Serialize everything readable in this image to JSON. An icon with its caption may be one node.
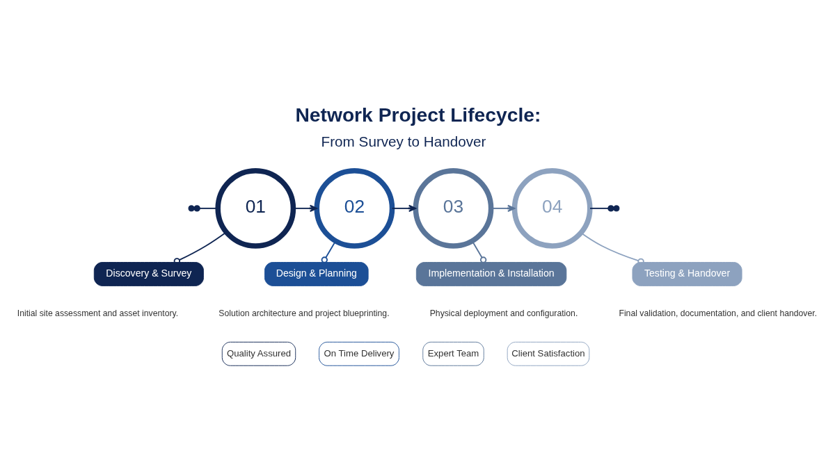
{
  "diagram": {
    "title": "Network Project Lifecycle:",
    "nodes": [
      {
        "text": [
          "01"
        ]
      },
      {
        "text": [
          "Discovery & Survey"
        ],
        "beside": [
          "Initial site assessment and asset inventory."
        ]
      },
      {
        "text": [
          "02"
        ]
      },
      {
        "text": [
          "Design & Planning"
        ],
        "beside": [
          "Solution architecture and project blueprinting."
        ]
      },
      {
        "text": [
          "03"
        ]
      },
      {
        "text": [
          "Implementation & Installation"
        ],
        "beside": [
          "Physical deployment and configuration."
        ]
      },
      {
        "text": [
          "04"
        ]
      },
      {
        "text": [
          "Testing & Handover"
        ],
        "beside": [
          "Final validation, documentation, and client handover."
        ]
      }
    ],
    "edges": [
      {
        "from": null,
        "to": 0,
        "arrow": "other"
      },
      {
        "from": 0,
        "to": 2,
        "arrow": "to"
      },
      {
        "from": 2,
        "to": 4,
        "arrow": "to"
      },
      {
        "from": 4,
        "to": 6,
        "arrow": "to",
        "color": "#5a7599"
      },
      {
        "from": 6,
        "to": null,
        "arrow": "other"
      },
      {
        "from": 0,
        "to": 1,
        "arrow": "other"
      },
      {
        "from": 2,
        "to": 3,
        "arrow": "other",
        "color": "#1c4f96"
      },
      {
        "from": 4,
        "to": 5,
        "arrow": "other",
        "color": "#5a7599"
      },
      {
        "from": 6,
        "to": 7,
        "arrow": "other",
        "color": "#8da2bf"
      }
    ],
    "labels": [
      "From Survey to Handover",
      "Quality Assured",
      "On Time Delivery",
      "Expert Team",
      "Client Satisfaction"
    ]
  }
}
